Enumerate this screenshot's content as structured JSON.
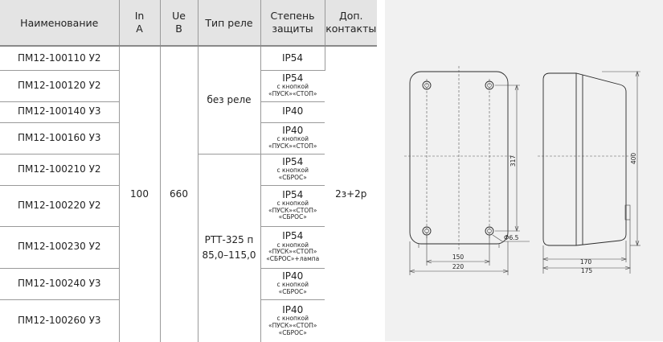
{
  "table": {
    "headers": {
      "name": "Наименование",
      "current": "In\nA",
      "voltage": "Ue\nB",
      "relay_type": "Тип реле",
      "protection": "Степень\nзащиты",
      "contacts": "Доп.\nконтакты"
    },
    "rows": [
      {
        "name": "ПМ12-100110 У2",
        "protection_main": "IP54",
        "protection_sub": ""
      },
      {
        "name": "ПМ12-100120 У2",
        "protection_main": "IP54",
        "protection_sub": "с кнопкой\n«ПУСК»«СТОП»"
      },
      {
        "name": "ПМ12-100140 У3",
        "protection_main": "IP40",
        "protection_sub": ""
      },
      {
        "name": "ПМ12-100160 У3",
        "protection_main": "IP40",
        "protection_sub": "с кнопкой\n«ПУСК»«СТОП»"
      },
      {
        "name": "ПМ12-100210 У2",
        "protection_main": "IP54",
        "protection_sub": "с кнопкой\n«СБРОС»"
      },
      {
        "name": "ПМ12-100220 У2",
        "protection_main": "IP54",
        "protection_sub": "с кнопкой\n«ПУСК»«СТОП»\n«СБРОС»"
      },
      {
        "name": "ПМ12-100230 У2",
        "protection_main": "IP54",
        "protection_sub": "с кнопкой\n«ПУСК»«СТОП»\n«СБРОС»+лампа"
      },
      {
        "name": "ПМ12-100240 У3",
        "protection_main": "IP40",
        "protection_sub": "с кнопкой\n«СБРОС»"
      },
      {
        "name": "ПМ12-100260 У3",
        "protection_main": "IP40",
        "protection_sub": "с кнопкой\n«ПУСК»«СТОП»\n«СБРОС»"
      }
    ],
    "current_value": "100",
    "voltage_value": "660",
    "relay_none": "без реле",
    "relay_rtt": "РТТ-325 п\n85,0–115,0",
    "contacts_value": "2з+2р"
  },
  "drawing": {
    "dim_height_front": "317",
    "dim_height_side": "400",
    "dim_hole": "Ф6.5",
    "dim_width_inner": "150",
    "dim_width_outer": "220",
    "dim_depth_inner": "170",
    "dim_depth_outer": "175"
  },
  "colors": {
    "header_bg": "#e4e4e4",
    "drawing_bg": "#f1f1f1",
    "grid_line": "#9a9a9a"
  }
}
